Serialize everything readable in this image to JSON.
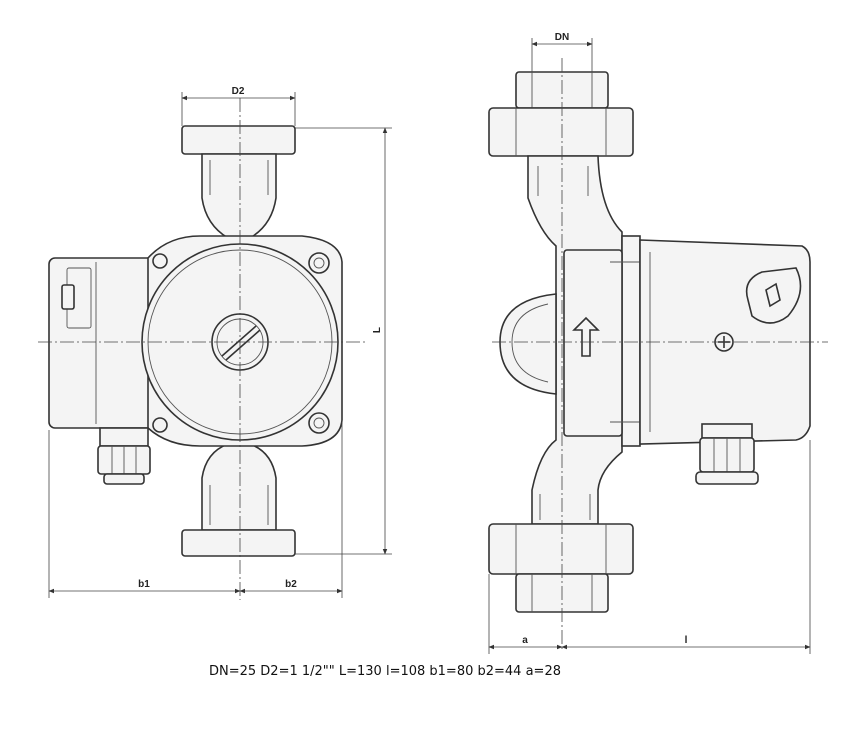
{
  "labels": {
    "d2": "D2",
    "dn": "DN",
    "L": "L",
    "b1": "b1",
    "b2": "b2",
    "a": "a",
    "l": "l"
  },
  "caption": "DN=25 D2=1 1/2\"\" L=130 l=108 b1=80 b2=44 a=28"
}
